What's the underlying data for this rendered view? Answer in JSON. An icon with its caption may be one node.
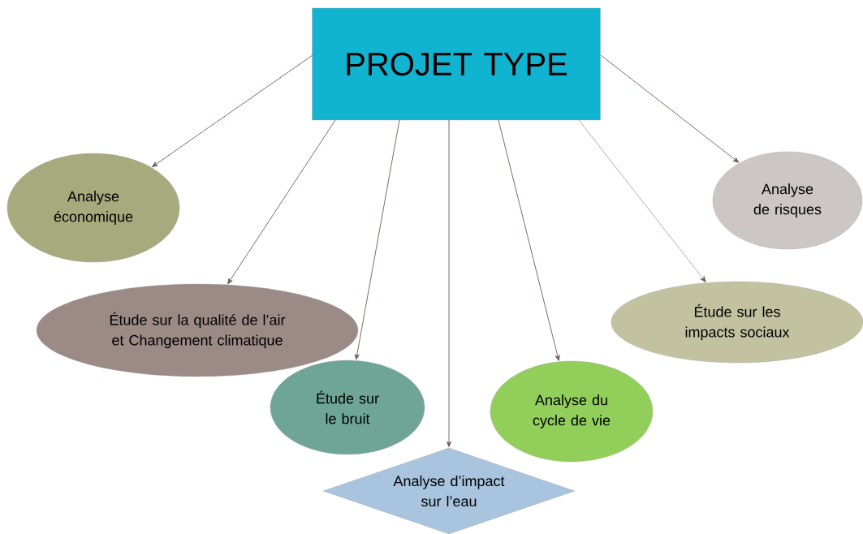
{
  "diagram": {
    "nodes": [
      {
        "text": [
          "PROJET TYPE"
        ]
      },
      {
        "text": [
          "Analyse économique"
        ]
      },
      {
        "text": [
          "Étude sur la qualité de l’air et Changement climatique"
        ]
      },
      {
        "text": [
          "Étude sur le bruit"
        ]
      },
      {
        "text": [
          "Analyse d’impact sur l’eau"
        ]
      },
      {
        "text": [
          "Analyse du cycle de vie"
        ]
      },
      {
        "text": [
          "Étude sur les impacts sociaux"
        ]
      },
      {
        "text": [
          "Analyse de risques"
        ]
      }
    ],
    "edges": [
      {
        "from": 0,
        "to": 1,
        "arrow": "to"
      },
      {
        "from": 0,
        "to": 2,
        "arrow": "to"
      },
      {
        "from": 0,
        "to": 3,
        "arrow": "to"
      },
      {
        "from": 0,
        "to": 4,
        "arrow": "to"
      },
      {
        "from": 0,
        "to": 5,
        "arrow": "to"
      },
      {
        "from": 0,
        "to": 6,
        "arrow": "to"
      },
      {
        "from": 0,
        "to": 7,
        "arrow": "to"
      }
    ]
  }
}
